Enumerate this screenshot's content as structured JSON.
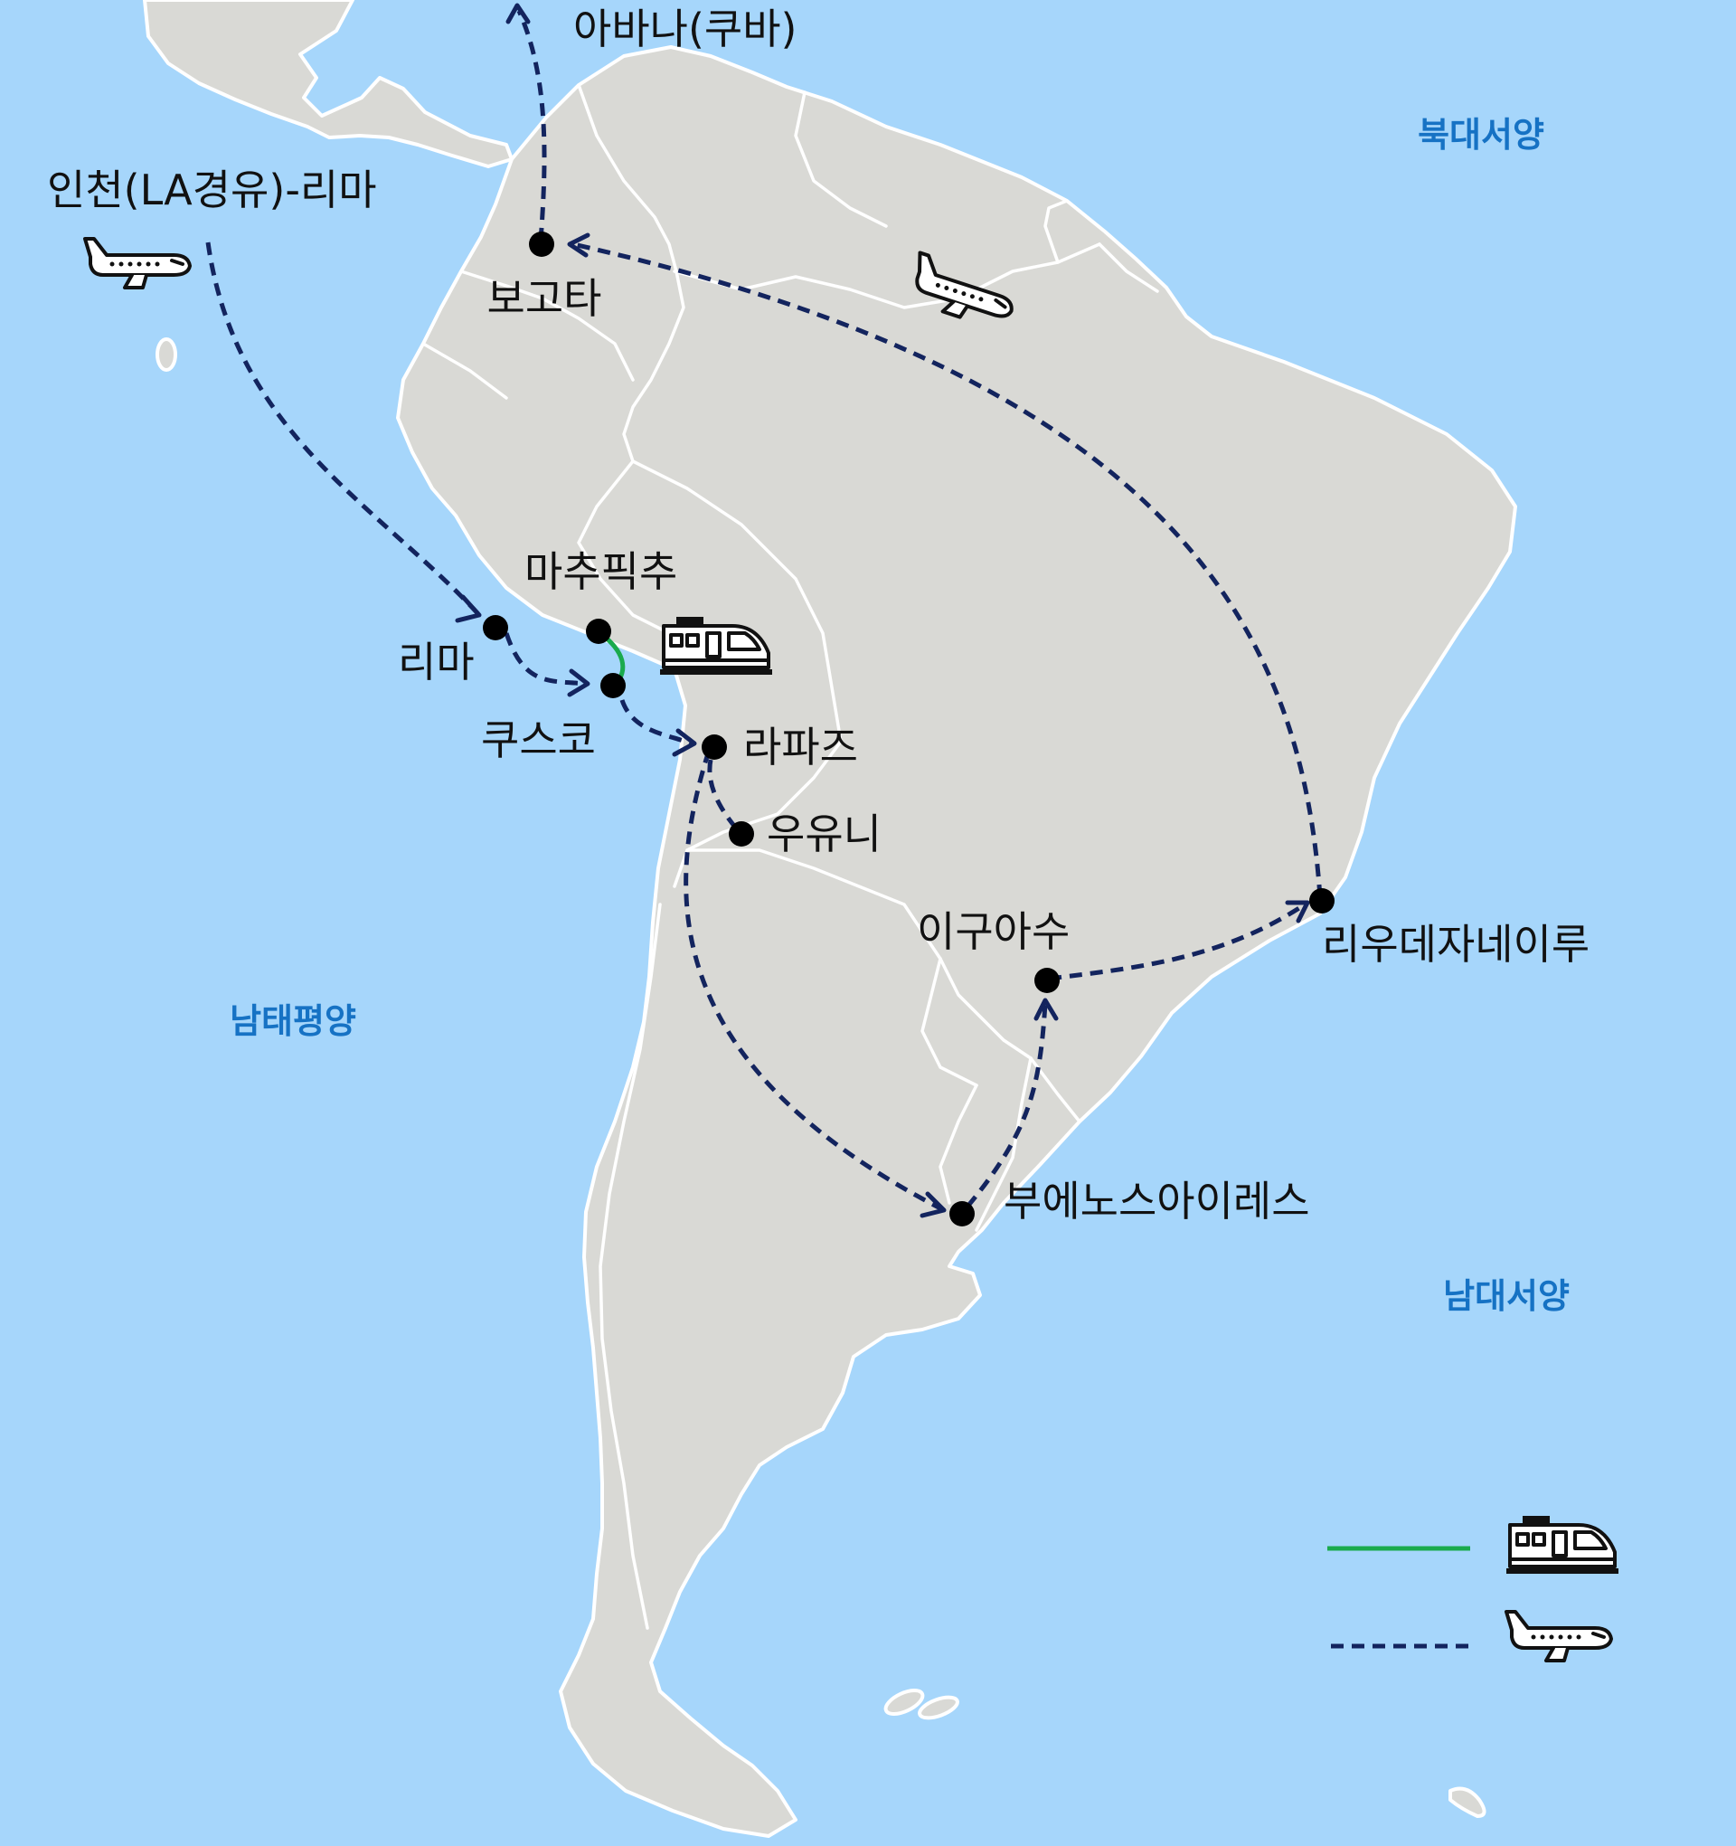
{
  "colors": {
    "ocean": "#a6d6fb",
    "land": "#d9d9d5",
    "border": "#ffffff",
    "flight_route": "#13245e",
    "rail_route": "#1aaa4d",
    "city_marker": "#000000",
    "ocean_label": "#1672c4"
  },
  "oceans": {
    "north_atlantic": "북대서양",
    "south_pacific": "남태평양",
    "south_atlantic": "남대서양"
  },
  "cities": {
    "havana": "아바나(쿠바)",
    "bogota": "보고타",
    "lima": "리마",
    "machu_picchu": "마추픽추",
    "cusco": "쿠스코",
    "la_paz": "라파즈",
    "uyuni": "우유니",
    "iguazu": "이구아수",
    "rio": "리우데자네이루",
    "buenos_aires": "부에노스아이레스"
  },
  "origin": "인천(LA경유)-리마",
  "route_order": [
    "인천(LA경유)-리마",
    "리마",
    "쿠스코",
    "마추픽추",
    "라파즈",
    "우유니",
    "부에노스아이레스",
    "이구아수",
    "리우데자네이루",
    "보고타",
    "아바나(쿠바)"
  ],
  "legend": {
    "items": [
      {
        "mode": "train",
        "line": "solid",
        "color": "#1aaa4d",
        "icon": "train-icon"
      },
      {
        "mode": "plane",
        "line": "dashed",
        "color": "#13245e",
        "icon": "plane-icon"
      }
    ]
  }
}
